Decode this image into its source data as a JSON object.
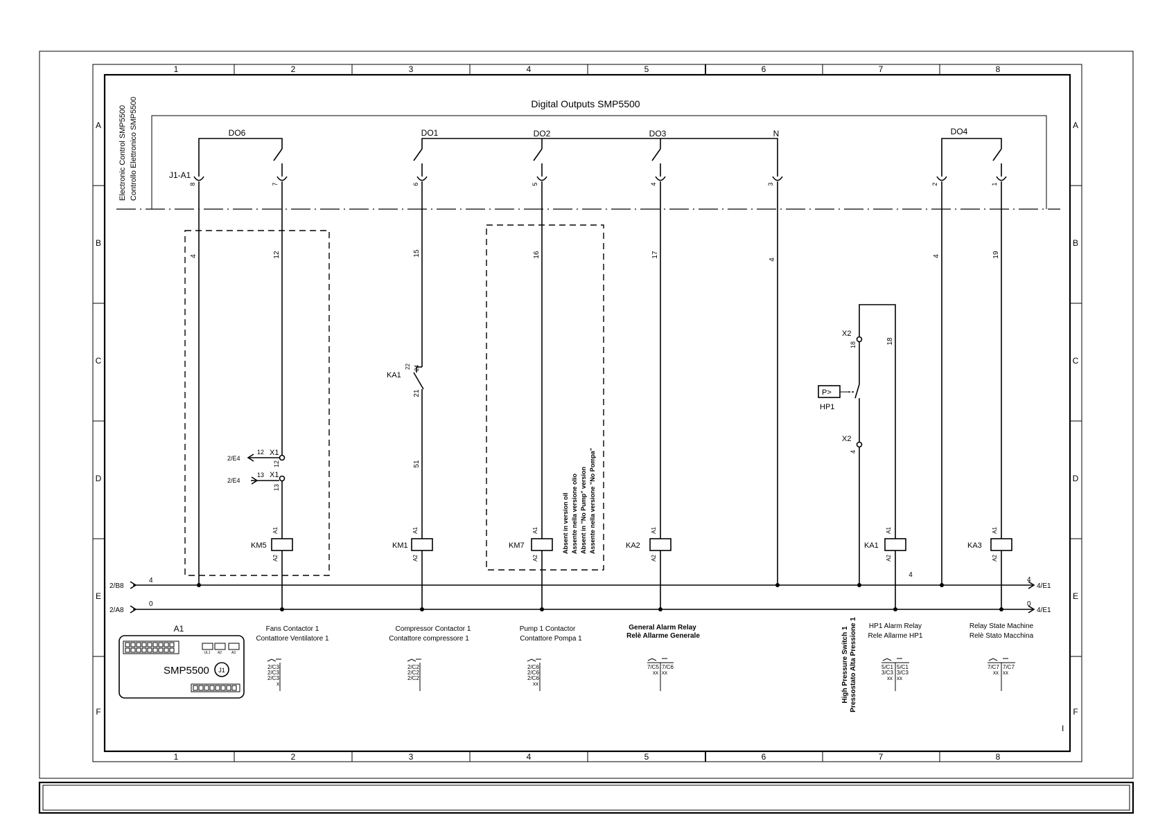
{
  "title": "Digital Outputs SMP5500",
  "side_label": [
    "Electronic Control SMP5500",
    "Controllo Elettronico SMP5500"
  ],
  "columns": [
    "1",
    "2",
    "3",
    "4",
    "5",
    "6",
    "7",
    "8"
  ],
  "rows": [
    "A",
    "B",
    "C",
    "D",
    "E",
    "F"
  ],
  "outputs": {
    "do6": "DO6",
    "do1": "DO1",
    "do2": "DO2",
    "do3": "DO3",
    "n": "N",
    "do4": "DO4"
  },
  "connector": "J1-A1",
  "pins": [
    "8",
    "7",
    "6",
    "5",
    "4",
    "3",
    "2",
    "1"
  ],
  "wires": {
    "w4a": "4",
    "w12": "12",
    "w15": "15",
    "w16": "16",
    "w17": "17",
    "w4b": "4",
    "w4c": "4",
    "w19": "19",
    "w18": "18",
    "w51": "51",
    "w21": "21",
    "w4d": "4"
  },
  "ka1_contact": {
    "label": "KA1",
    "p22": "22",
    "p24": "24"
  },
  "terminals": {
    "x1a": {
      "label": "X1",
      "pin": "12",
      "num": "12",
      "ref": "2/E4"
    },
    "x1b": {
      "label": "X1",
      "pin": "13",
      "num": "13",
      "ref": "2/E4"
    },
    "x2a": {
      "label": "X2",
      "pin": "18"
    },
    "x2b": {
      "label": "X2",
      "pin": "4"
    }
  },
  "pressure_switch": {
    "symbol": "P>",
    "label": "HP1"
  },
  "coils": {
    "km5": "KM5",
    "km1": "KM1",
    "km7": "KM7",
    "ka2": "KA2",
    "ka1": "KA1",
    "ka3": "KA3",
    "a1": "A1",
    "a2": "A2"
  },
  "note_km7": [
    "Absent in version oil",
    "Assente nella versione olio",
    "Absent in \"No Pump\" version",
    "Assente nella versione \"No Pompa\""
  ],
  "buses": {
    "b4_left": "2/B8",
    "b4_num": "4",
    "b4_right": "4/E1",
    "b0_left": "2/A8",
    "b0_num": "0",
    "b0_right": "4/E1"
  },
  "descriptions": {
    "km5": [
      "Fans Contactor 1",
      "Contattore Ventilatore 1"
    ],
    "km1": [
      "Compressor Contactor 1",
      "Contattore compressore 1"
    ],
    "km7": [
      "Pump 1 Contactor",
      "Contattore Pompa 1"
    ],
    "ka2": [
      "General Alarm Relay",
      "Relè Allarme Generale"
    ],
    "hp1": [
      "High Pressure Switch 1",
      "Pressostato Alta Pressione 1"
    ],
    "ka1": [
      "HP1 Alarm Relay",
      "Rele Allarme HP1"
    ],
    "ka3": [
      "Relay State Machine",
      "Relè Stato Macchina"
    ]
  },
  "xrefs": {
    "km5": [
      "2/C3",
      "2/C3",
      "2/C3",
      "x"
    ],
    "km1": [
      "2/C2",
      "2/C2",
      "2/C2"
    ],
    "km7": [
      "2/C6",
      "2/C6",
      "2/C6",
      "xx"
    ],
    "ka2": {
      "l": "7/C5",
      "r": "7/C6",
      "ml": "xx",
      "mr": "xx"
    },
    "ka1": {
      "l1": "5/C1",
      "r1": "5/C1",
      "l2": "3/C3",
      "r2": "3/C3",
      "ml": "xx",
      "mr": "xx"
    },
    "ka3": {
      "l": "7/C7",
      "r": "7/C7",
      "ml": "xx",
      "mr": "xx"
    }
  },
  "module": {
    "label": "A1",
    "name": "SMP5500",
    "badge": "J1",
    "small_tags": [
      "UL1",
      "A2",
      "A3"
    ]
  },
  "sheet_mark": "I"
}
